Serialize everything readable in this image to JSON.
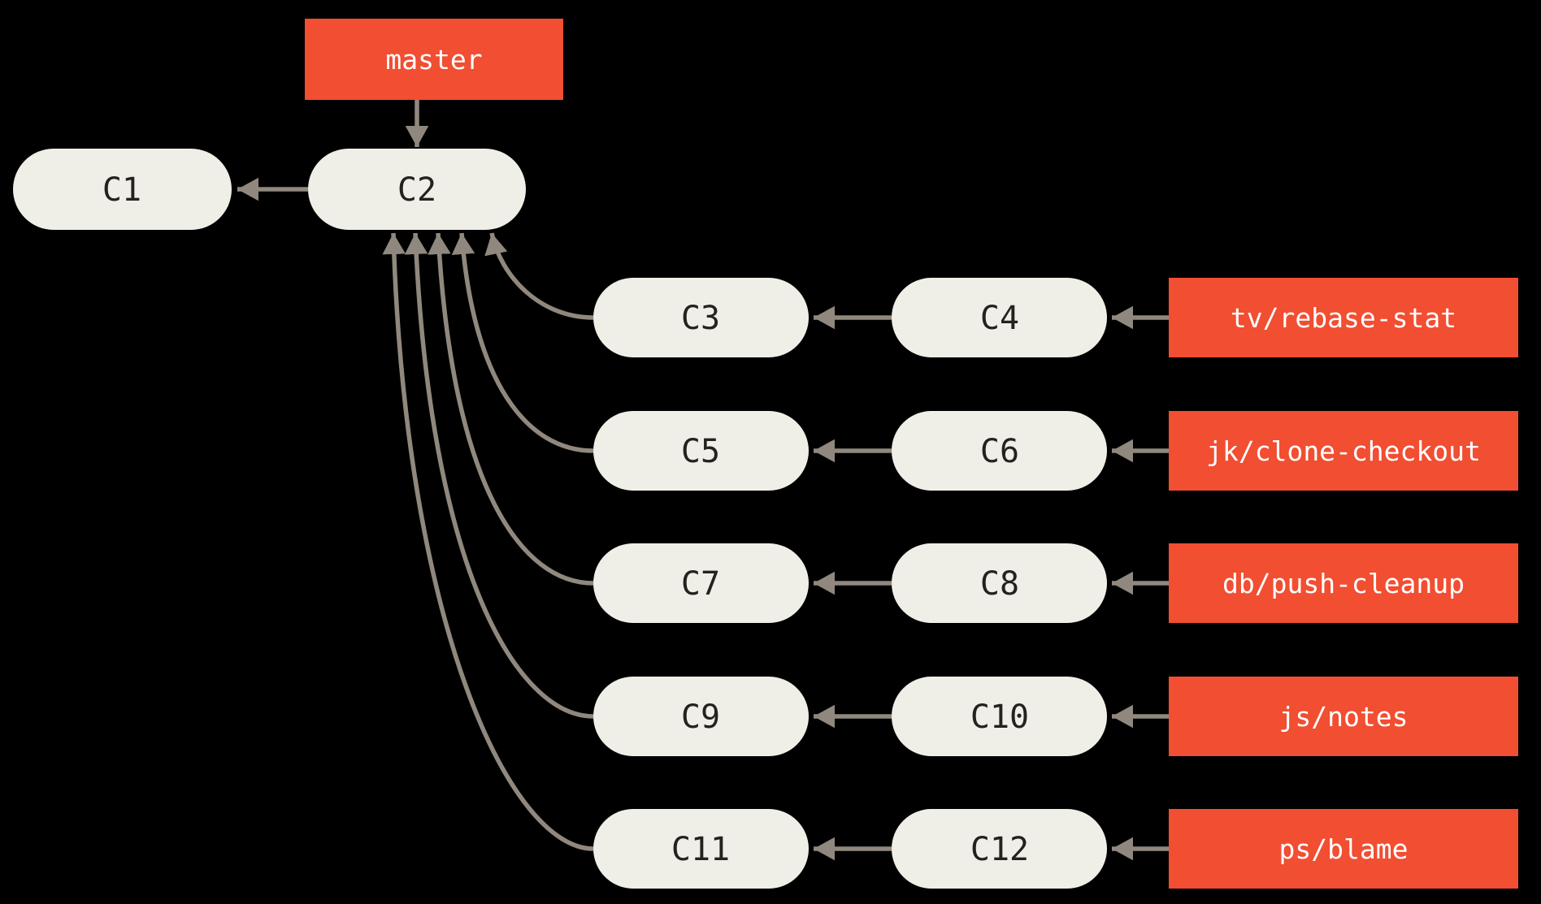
{
  "colors": {
    "background": "#000000",
    "node_bg": "#f0efe7",
    "node_text": "#23221e",
    "label_bg": "#f14e32",
    "label_text": "#ffffff",
    "arrow": "#90887e"
  },
  "head": {
    "label": "master"
  },
  "trunk": {
    "c1": "C1",
    "c2": "C2"
  },
  "rows": [
    {
      "near": "C3",
      "far": "C4",
      "branch": "tv/rebase-stat"
    },
    {
      "near": "C5",
      "far": "C6",
      "branch": "jk/clone-checkout"
    },
    {
      "near": "C7",
      "far": "C8",
      "branch": "db/push-cleanup"
    },
    {
      "near": "C9",
      "far": "C10",
      "branch": "js/notes"
    },
    {
      "near": "C11",
      "far": "C12",
      "branch": "ps/blame"
    }
  ]
}
